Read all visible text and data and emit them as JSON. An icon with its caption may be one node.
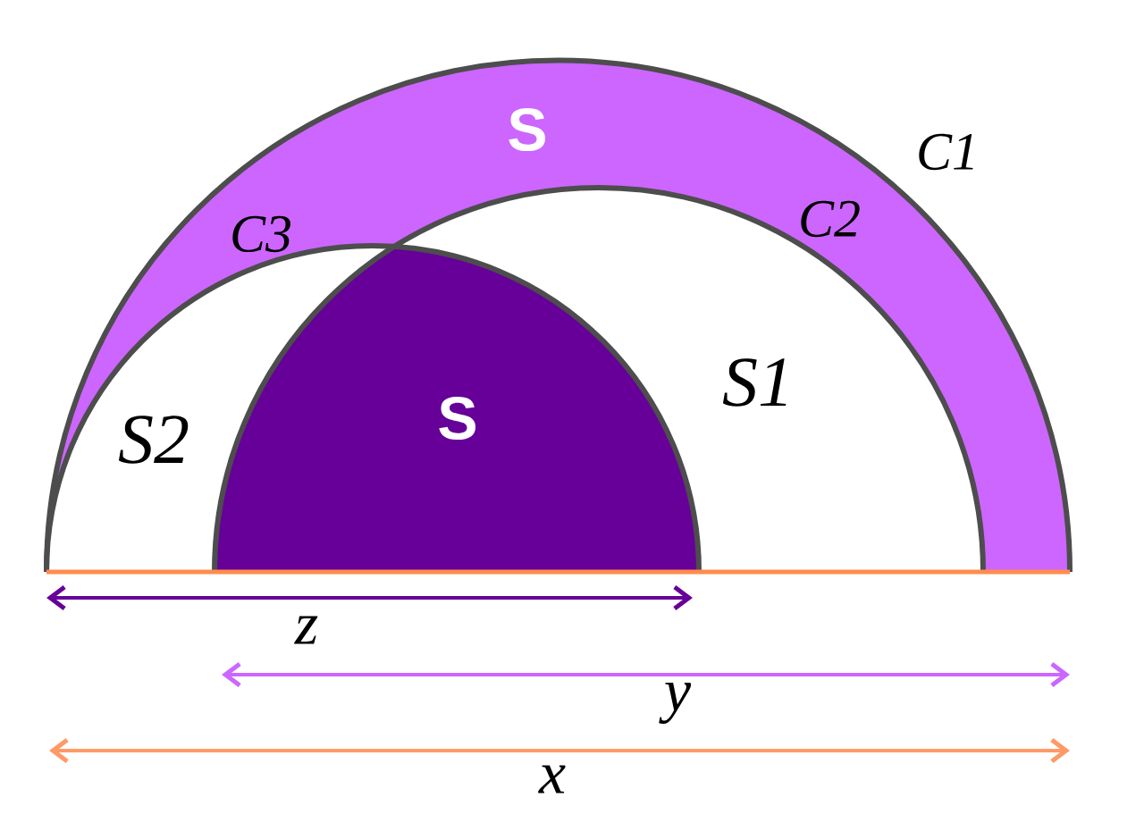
{
  "diagram": {
    "labels": [
      "S",
      "C1",
      "C2",
      "C3",
      "S1",
      "S",
      "S2",
      "z",
      "y",
      "x"
    ]
  }
}
